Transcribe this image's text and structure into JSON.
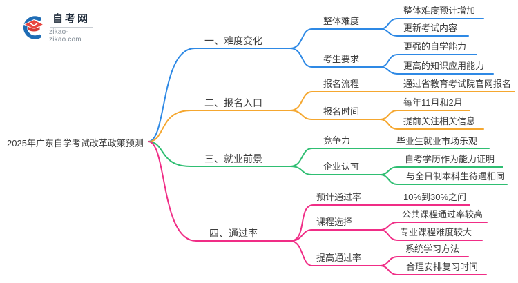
{
  "logo": {
    "title": "自考网",
    "domain": "zikao-zikao.com"
  },
  "root": {
    "title": "2025年广东自学考试改革政策预测"
  },
  "colors": {
    "blue": "#2E89E5",
    "orange": "#F5A72F",
    "green": "#2FBE72",
    "pink": "#F02D86"
  },
  "branches": [
    {
      "label": "一、难度变化",
      "color": "#2E89E5",
      "children": [
        {
          "label": "整体难度",
          "leaves": [
            "整体难度预计增加",
            "更新考试内容"
          ]
        },
        {
          "label": "考生要求",
          "leaves": [
            "更强的自学能力",
            "更高的知识应用能力"
          ]
        }
      ]
    },
    {
      "label": "二、报名入口",
      "color": "#F5A72F",
      "children": [
        {
          "label": "报名流程",
          "leaves": [
            "通过省教育考试院官网报名"
          ]
        },
        {
          "label": "报名时间",
          "leaves": [
            "每年11月和2月",
            "提前关注相关信息"
          ]
        }
      ]
    },
    {
      "label": "三、就业前景",
      "color": "#2FBE72",
      "children": [
        {
          "label": "竞争力",
          "leaves": [
            "毕业生就业市场乐观"
          ]
        },
        {
          "label": "企业认可",
          "leaves": [
            "自考学历作为能力证明",
            "与全日制本科生待遇相同"
          ]
        }
      ]
    },
    {
      "label": "四、通过率",
      "color": "#F02D86",
      "children": [
        {
          "label": "预计通过率",
          "leaves": [
            "10%到30%之间"
          ]
        },
        {
          "label": "课程选择",
          "leaves": [
            "公共课程通过率较高",
            "专业课程难度较大"
          ]
        },
        {
          "label": "提高通过率",
          "leaves": [
            "系统学习方法",
            "合理安排复习时间"
          ]
        }
      ]
    }
  ]
}
